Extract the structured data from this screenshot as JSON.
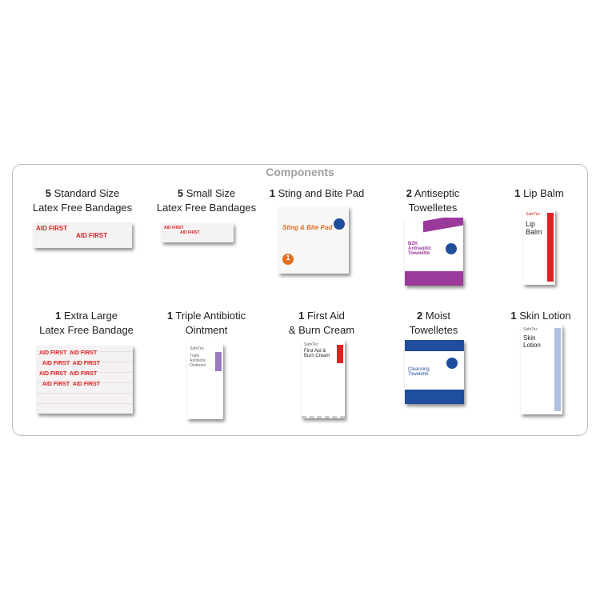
{
  "title": "Components",
  "items": [
    {
      "qty": "5",
      "line1": "Standard Size",
      "line2": "Latex Free Bandages",
      "pack_text": "AID FIRST"
    },
    {
      "qty": "5",
      "line1": "Small Size",
      "line2": "Latex Free Bandages",
      "pack_text": "AID FIRST"
    },
    {
      "qty": "1",
      "line1": "Sting and Bite Pad",
      "line2": "",
      "pack_text": "Sting & Bite Pad"
    },
    {
      "qty": "2",
      "line1": "Antiseptic",
      "line2": "Towelletes",
      "pack_text": "BZK Antiseptic Towelette"
    },
    {
      "qty": "1",
      "line1": "Lip Balm",
      "line2": "",
      "pack_text": "Lip Balm"
    },
    {
      "qty": "1",
      "line1": "Extra Large",
      "line2": "Latex Free Bandage",
      "pack_text": "AID FIRST"
    },
    {
      "qty": "1",
      "line1": "Triple Antibiotic",
      "line2": "Ointment",
      "pack_text": "Triple Antibiotic Ointment"
    },
    {
      "qty": "1",
      "line1": "First Aid",
      "line2": "& Burn Cream",
      "pack_text": "First Aid & Burn Cream"
    },
    {
      "qty": "2",
      "line1": "Moist",
      "line2": "Towelletes",
      "pack_text": "Cleansing Towelette"
    },
    {
      "qty": "1",
      "line1": "Skin Lotion",
      "line2": "",
      "pack_text": "Skin Lotion"
    }
  ],
  "brand": "SafeTec",
  "colors": {
    "title": "#a0a0a0",
    "border": "#bdbdbd",
    "bandage_red": "#dd2222",
    "sting_orange": "#e07020",
    "antiseptic_purple": "#9a3a9a",
    "dynarex_blue": "#1f4e9c"
  }
}
